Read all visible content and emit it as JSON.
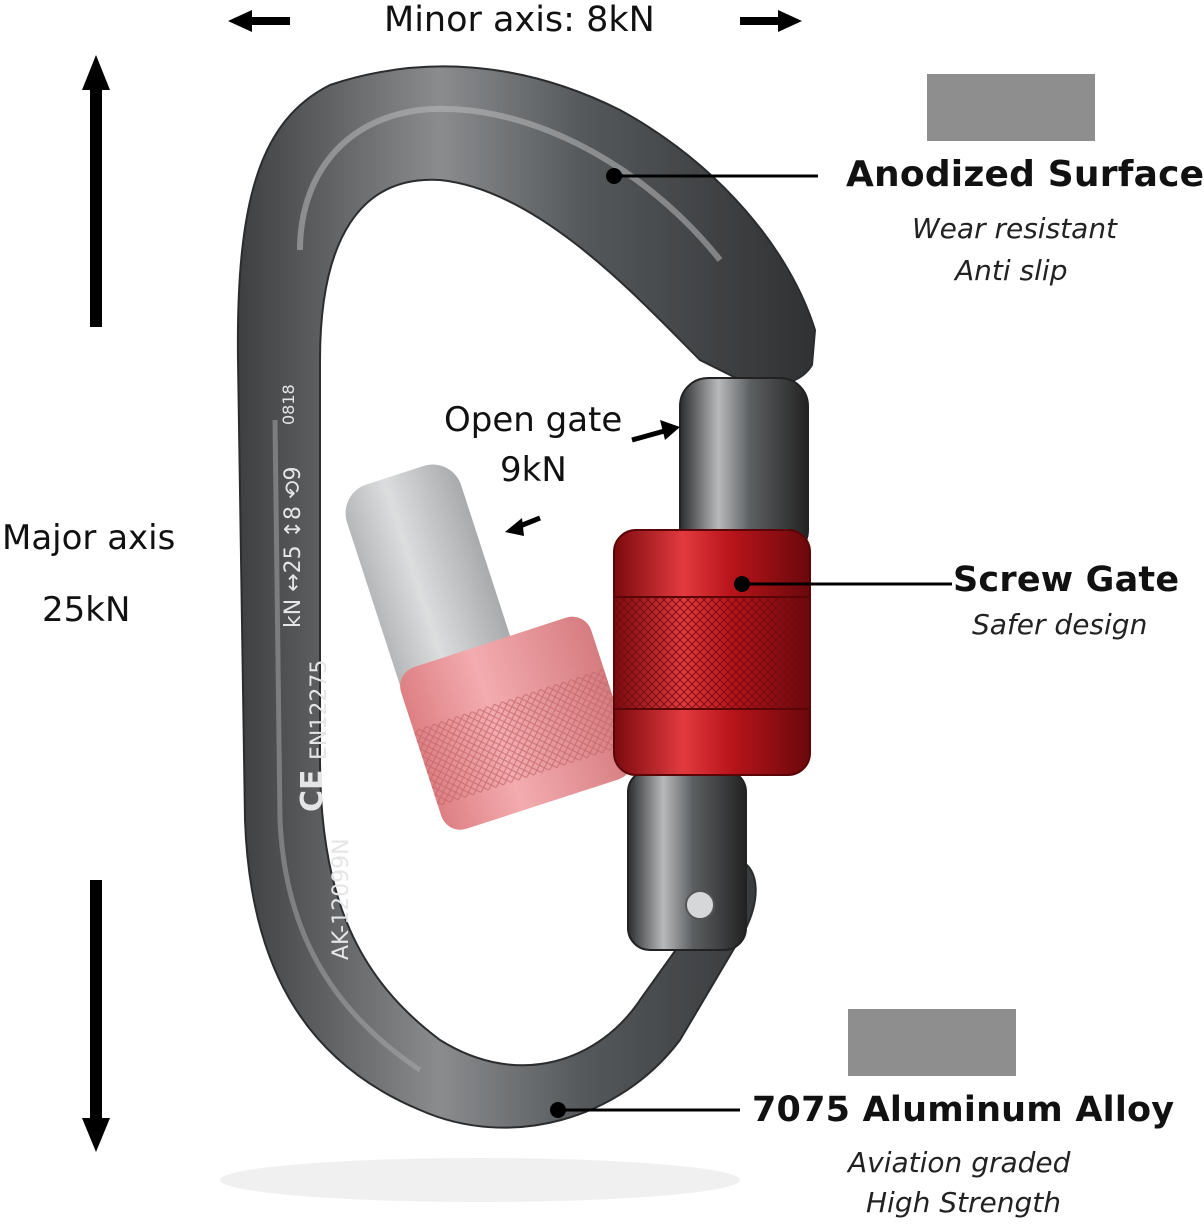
{
  "minor_axis": {
    "label": "Minor axis: 8kN"
  },
  "major_axis": {
    "line1": "Major axis",
    "line2": "25kN"
  },
  "open_gate": {
    "line1": "Open gate",
    "line2": "9kN"
  },
  "features": [
    {
      "title": "Anodized Surface",
      "lines": [
        "Wear resistant",
        "Anti slip"
      ]
    },
    {
      "title": "Screw Gate",
      "lines": [
        "Safer design"
      ]
    },
    {
      "title": "7075 Aluminum Alloy",
      "lines": [
        "Aviation graded",
        "High Strength"
      ]
    }
  ],
  "engraving": {
    "model": "AK-12099N",
    "ce_mark": "CE",
    "standard": "EN12275",
    "ratings": "kN ↔25 ↕8 ⟲9",
    "code": "0818"
  },
  "colors": {
    "carabiner_metal": "#5f6163",
    "gate_sleeve": "#c0141b",
    "swatch": "#8e8e8e"
  }
}
